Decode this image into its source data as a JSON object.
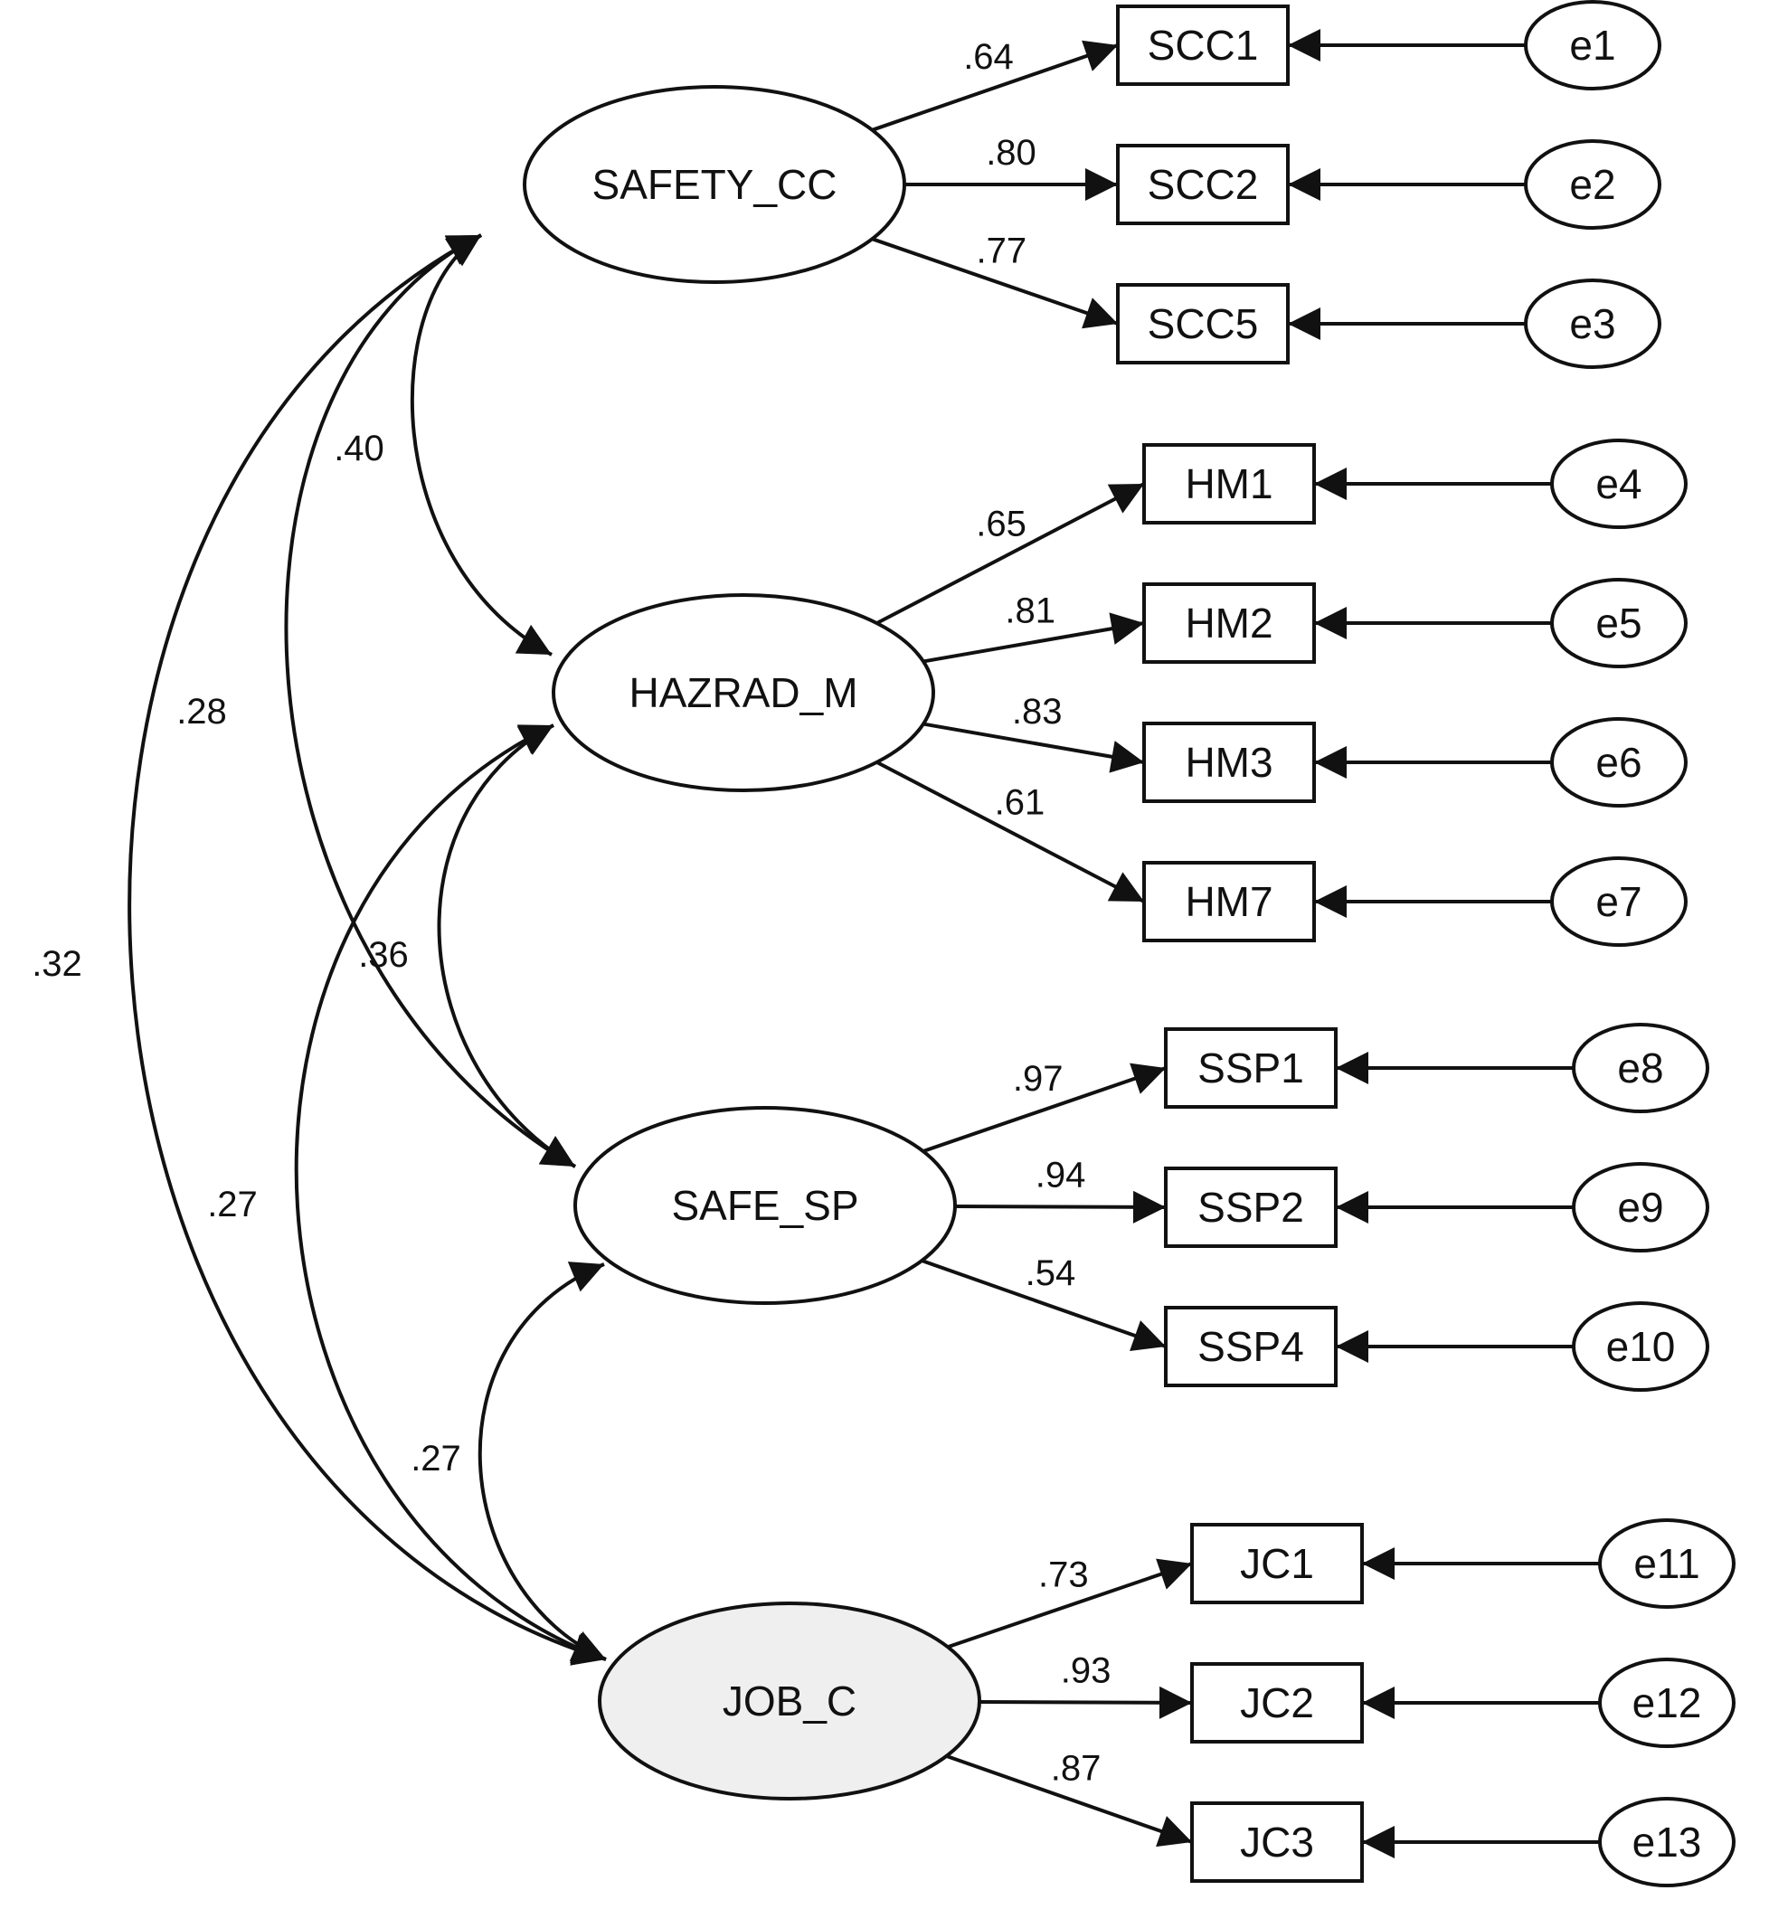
{
  "latents": [
    {
      "id": "SAFETY_CC",
      "label": "SAFETY_CC",
      "shaded": false
    },
    {
      "id": "HAZRAD_M",
      "label": "HAZRAD_M",
      "shaded": false
    },
    {
      "id": "SAFE_SP",
      "label": "SAFE_SP",
      "shaded": false
    },
    {
      "id": "JOB_C",
      "label": "JOB_C",
      "shaded": true
    }
  ],
  "indicators": [
    {
      "id": "SCC1",
      "label": "SCC1",
      "latent": "SAFETY_CC",
      "loading": ".64",
      "error": "e1"
    },
    {
      "id": "SCC2",
      "label": "SCC2",
      "latent": "SAFETY_CC",
      "loading": ".80",
      "error": "e2"
    },
    {
      "id": "SCC5",
      "label": "SCC5",
      "latent": "SAFETY_CC",
      "loading": ".77",
      "error": "e3"
    },
    {
      "id": "HM1",
      "label": "HM1",
      "latent": "HAZRAD_M",
      "loading": ".65",
      "error": "e4"
    },
    {
      "id": "HM2",
      "label": "HM2",
      "latent": "HAZRAD_M",
      "loading": ".81",
      "error": "e5"
    },
    {
      "id": "HM3",
      "label": "HM3",
      "latent": "HAZRAD_M",
      "loading": ".83",
      "error": "e6"
    },
    {
      "id": "HM7",
      "label": "HM7",
      "latent": "HAZRAD_M",
      "loading": ".61",
      "error": "e7"
    },
    {
      "id": "SSP1",
      "label": "SSP1",
      "latent": "SAFE_SP",
      "loading": ".97",
      "error": "e8"
    },
    {
      "id": "SSP2",
      "label": "SSP2",
      "latent": "SAFE_SP",
      "loading": ".94",
      "error": "e9"
    },
    {
      "id": "SSP4",
      "label": "SSP4",
      "latent": "SAFE_SP",
      "loading": ".54",
      "error": "e10"
    },
    {
      "id": "JC1",
      "label": "JC1",
      "latent": "JOB_C",
      "loading": ".73",
      "error": "e11"
    },
    {
      "id": "JC2",
      "label": "JC2",
      "latent": "JOB_C",
      "loading": ".93",
      "error": "e12"
    },
    {
      "id": "JC3",
      "label": "JC3",
      "latent": "JOB_C",
      "loading": ".87",
      "error": "e13"
    }
  ],
  "covariances": [
    {
      "from": "SAFETY_CC",
      "to": "HAZRAD_M",
      "value": ".40"
    },
    {
      "from": "SAFETY_CC",
      "to": "SAFE_SP",
      "value": ".28"
    },
    {
      "from": "SAFETY_CC",
      "to": "JOB_C",
      "value": ".32"
    },
    {
      "from": "HAZRAD_M",
      "to": "SAFE_SP",
      "value": ".36"
    },
    {
      "from": "HAZRAD_M",
      "to": "JOB_C",
      "value": ".27"
    },
    {
      "from": "SAFE_SP",
      "to": "JOB_C",
      "value": ".27"
    }
  ]
}
